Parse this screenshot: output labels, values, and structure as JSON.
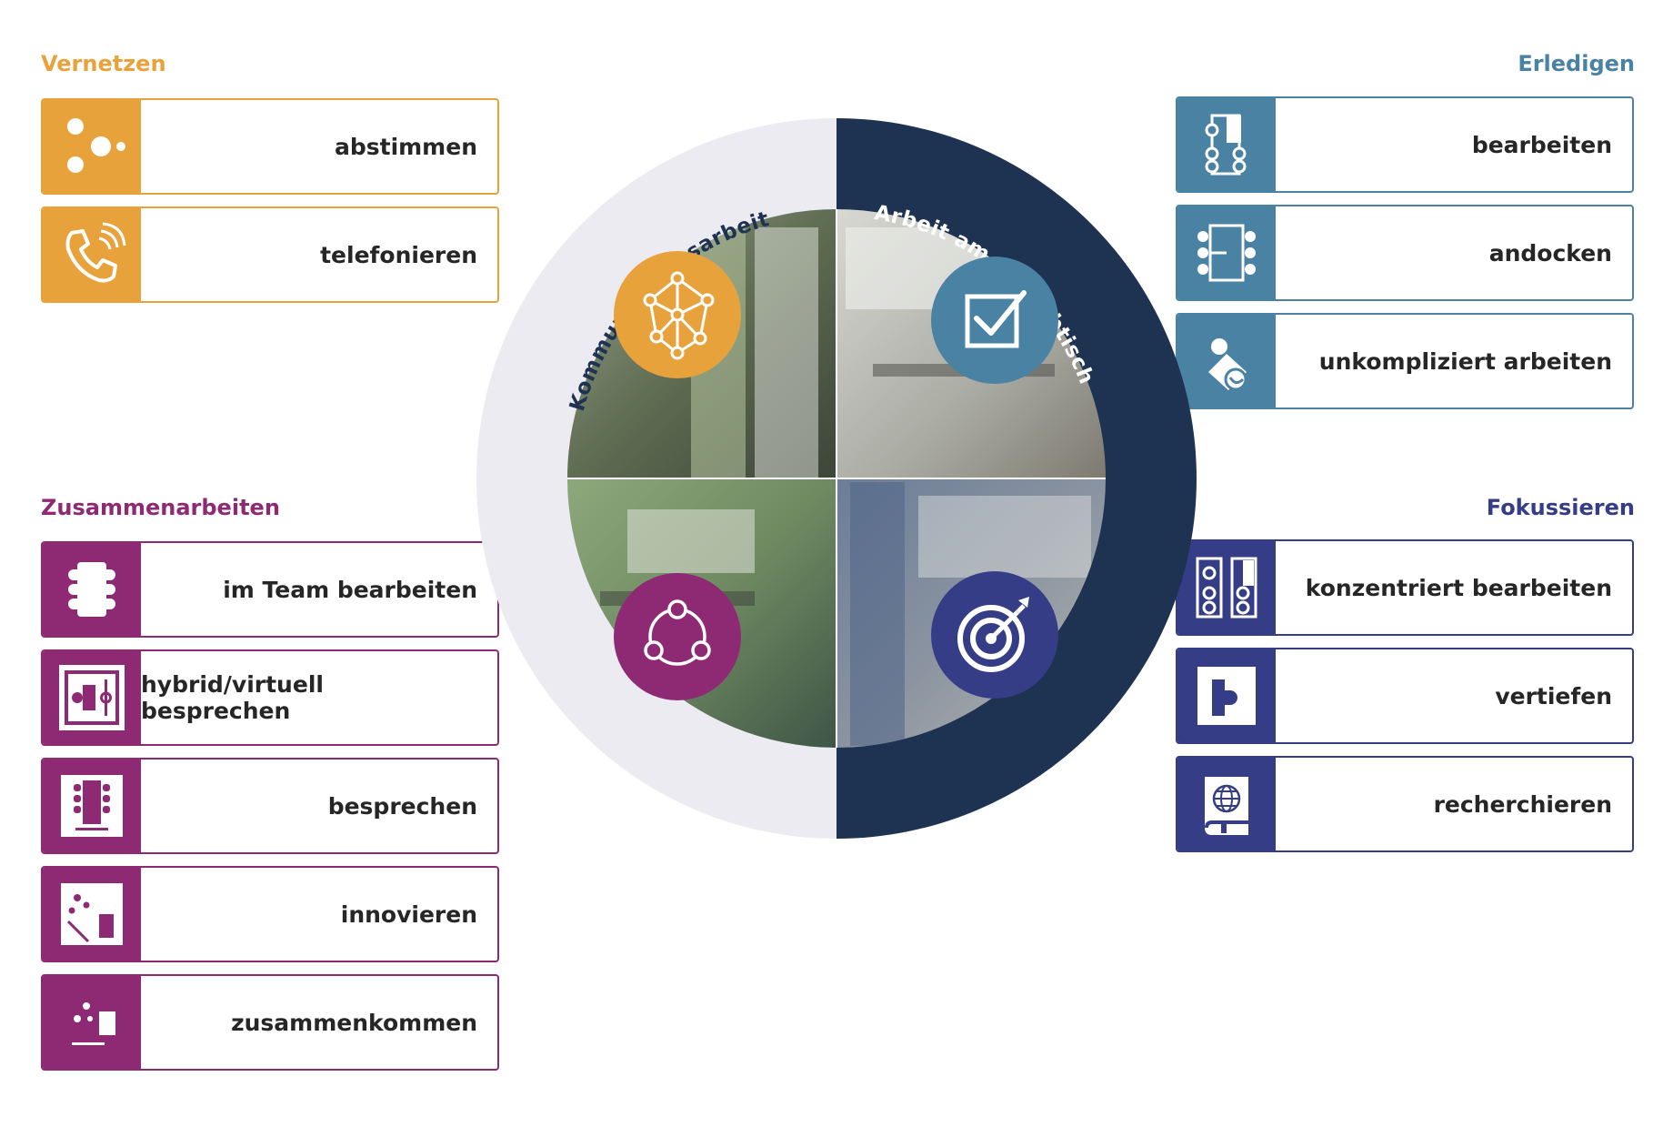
{
  "colors": {
    "orange": "#E8A23C",
    "purple": "#8E2A74",
    "teal": "#4A82A3",
    "indigo": "#363D87",
    "navy": "#1E3252",
    "ring_light": "#ECEBF2"
  },
  "groups": {
    "vernetzen": {
      "title": "Vernetzen",
      "items": [
        {
          "label": "abstimmen",
          "icon": "dots-cluster-icon"
        },
        {
          "label": "telefonieren",
          "icon": "phone-icon"
        }
      ]
    },
    "zusammenarbeiten": {
      "title": "Zusammenarbeiten",
      "items": [
        {
          "label": "im Team bearbeiten",
          "icon": "team-table-icon"
        },
        {
          "label": "hybrid/virtuell besprechen",
          "icon": "hybrid-meeting-icon"
        },
        {
          "label": "besprechen",
          "icon": "meeting-table-icon"
        },
        {
          "label": "innovieren",
          "icon": "innovation-icon"
        },
        {
          "label": "zusammenkommen",
          "icon": "gathering-icon"
        }
      ]
    },
    "erledigen": {
      "title": "Erledigen",
      "items": [
        {
          "label": "bearbeiten",
          "icon": "desk-single-icon"
        },
        {
          "label": "andocken",
          "icon": "desk-dock-icon"
        },
        {
          "label": "unkompliziert arbeiten",
          "icon": "lounge-icon"
        }
      ]
    },
    "fokussieren": {
      "title": "Fokussieren",
      "items": [
        {
          "label": "konzentriert bearbeiten",
          "icon": "focus-desks-icon"
        },
        {
          "label": "vertiefen",
          "icon": "booth-icon"
        },
        {
          "label": "recherchieren",
          "icon": "globe-book-icon"
        }
      ]
    }
  },
  "hub": {
    "left_label": "Kommunikationsarbeit",
    "right_label": "Arbeit am Schreibtisch",
    "quadrant_icons": [
      "network-icon",
      "checkbox-icon",
      "collaboration-icon",
      "target-icon"
    ]
  }
}
